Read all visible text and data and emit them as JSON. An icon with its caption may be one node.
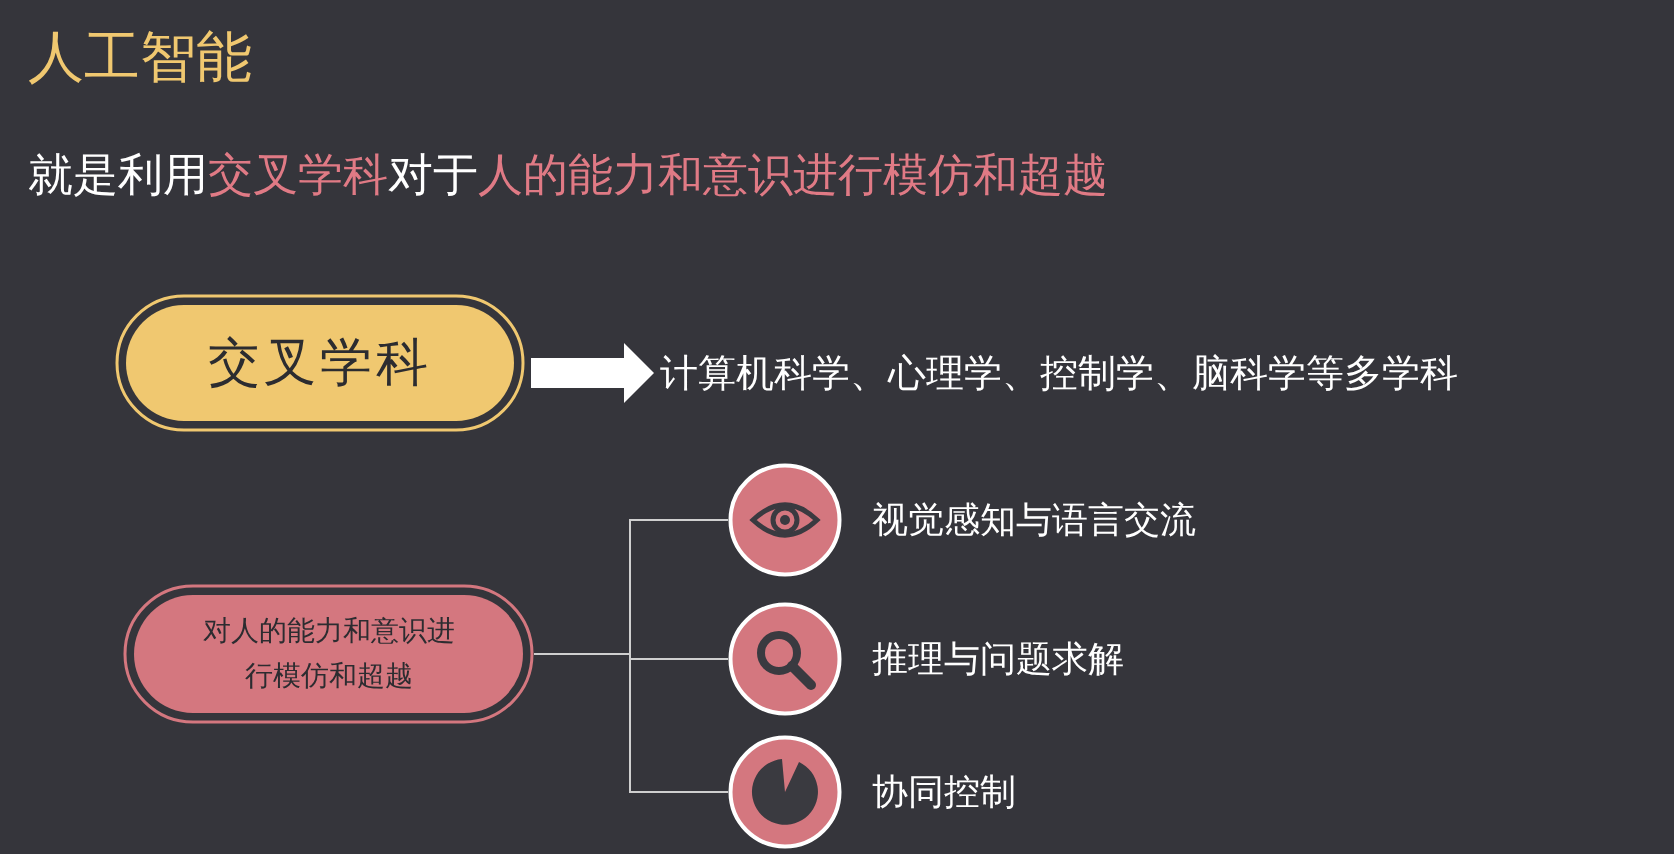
{
  "diagram": {
    "title": "人工智能",
    "nodes": [
      {
        "text": [
          "交叉学科"
        ]
      },
      {
        "text": [
          "计算机科学、心理学、控制学、脑科学等多学科"
        ]
      },
      {
        "text": [
          "对人的能力和意识进行模仿和超越"
        ]
      },
      {
        "text": [],
        "shape": "circle",
        "beside": [
          "视觉感知与语言交流"
        ]
      },
      {
        "text": [],
        "shape": "circle",
        "beside": [
          "推理与问题求解"
        ]
      },
      {
        "text": [],
        "shape": "circle",
        "beside": [
          "协同控制"
        ]
      }
    ],
    "edges": [
      {
        "from": 0,
        "to": 1,
        "arrow": "to",
        "style": "thick"
      },
      {
        "from": 2,
        "to": 3,
        "arrow": "none"
      },
      {
        "from": 2,
        "to": 4,
        "arrow": "none"
      },
      {
        "from": 2,
        "to": 5,
        "arrow": "none"
      }
    ],
    "labels": [
      "就是利用",
      "交叉学科",
      "对于",
      "人的能力和意识进行模仿和超越"
    ]
  }
}
